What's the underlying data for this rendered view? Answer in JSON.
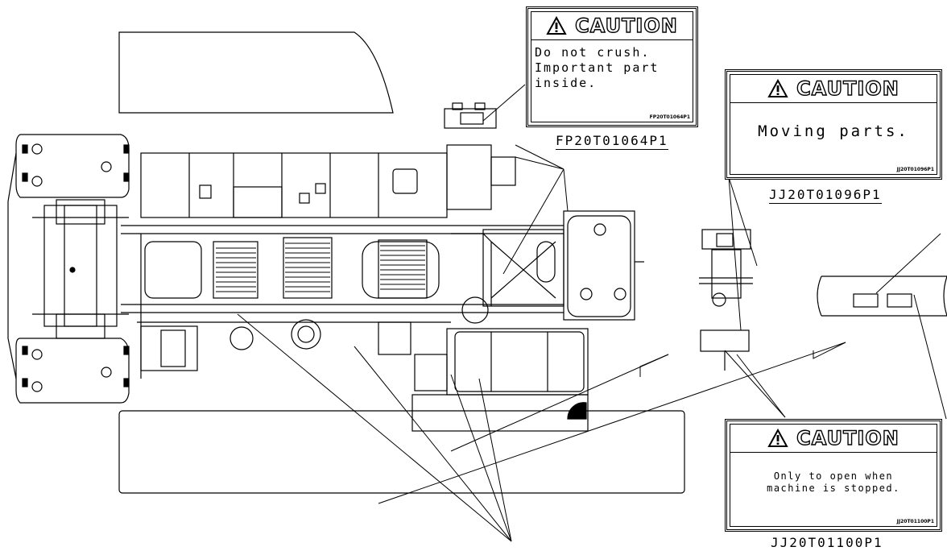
{
  "labels": [
    {
      "heading": "CAUTION",
      "message_lines": [
        "Do not crush.",
        "Important part",
        "inside."
      ],
      "code_small": "FP20T01064P1",
      "part_number": "FP20T01064P1"
    },
    {
      "heading": "CAUTION",
      "message_lines": [
        "Moving parts."
      ],
      "code_small": "JJ20T01096P1",
      "part_number": "JJ20T01096P1"
    },
    {
      "heading": "CAUTION",
      "message_lines": [
        "Only to open when",
        "machine is stopped."
      ],
      "code_small": "JJ20T01100P1",
      "part_number": "JJ20T01100P1"
    }
  ]
}
